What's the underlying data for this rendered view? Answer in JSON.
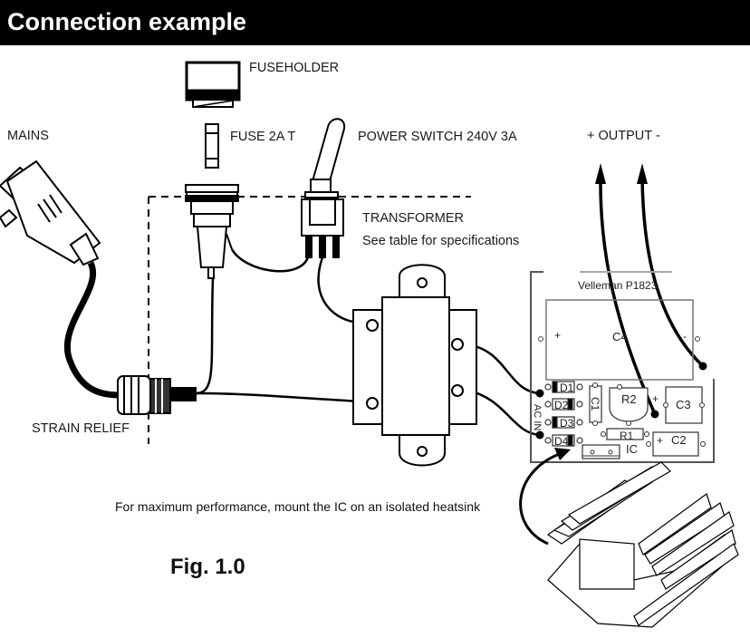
{
  "header": {
    "title": "Connection example"
  },
  "labels": {
    "fuseholder": "FUSEHOLDER",
    "mains": "MAINS",
    "fuse": "FUSE 2A T",
    "power_switch": "POWER SWITCH 240V 3A",
    "output": "+ OUTPUT -",
    "transformer": "TRANSFORMER",
    "transformer_note": "See table for specifications",
    "strain_relief": "STRAIN RELIEF",
    "heatsink_note": "For maximum performance, mount the IC on an isolated heatsink",
    "figure": "Fig. 1.0"
  },
  "pcb": {
    "name": "Velleman P1823",
    "input_label": "AC IN",
    "components": {
      "c4": "C4",
      "c4_plus": "+",
      "c4_minus": "-",
      "d1": "D1",
      "d2": "D2",
      "d3": "D3",
      "d4": "D4",
      "c1": "C1",
      "r2": "R2",
      "r1": "R1",
      "c3": "C3",
      "c3_plus": "+",
      "c2": "C2",
      "c2_plus": "+",
      "ic": "IC"
    }
  }
}
